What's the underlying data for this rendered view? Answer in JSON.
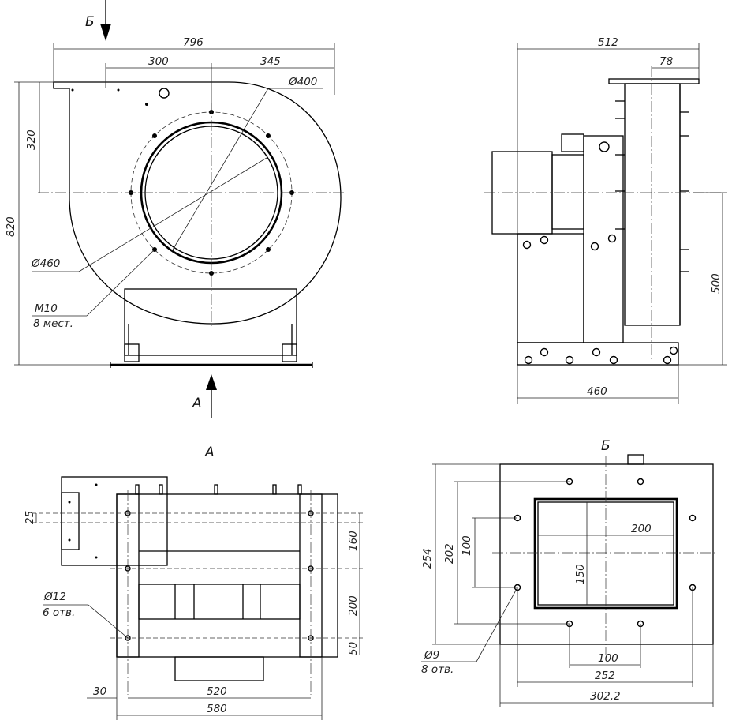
{
  "dimensions": {
    "front_width_total": "796",
    "front_width_left": "300",
    "front_width_right": "345",
    "front_height_total": "820",
    "front_height_upper": "320",
    "outlet_diameter": "Ø400",
    "flange_circle_diameter": "Ø460",
    "bolt_thread": "M10",
    "bolt_count": "8 мест.",
    "side_width_total": "512",
    "side_width_small": "78",
    "side_height": "500",
    "side_base_width": "460",
    "bottom_offset_25": "25",
    "bottom_hole_diameter": "Ø12",
    "bottom_hole_count": "6 отв.",
    "bottom_vert_160": "160",
    "bottom_vert_200": "200",
    "bottom_vert_50": "50",
    "bottom_offset_30": "30",
    "bottom_width_520": "520",
    "bottom_width_580": "580",
    "flange_height_254": "254",
    "flange_height_202": "202",
    "flange_height_100": "100",
    "flange_inner_200": "200",
    "flange_inner_150": "150",
    "flange_hole_diameter": "Ø9",
    "flange_hole_count": "8 отв.",
    "flange_width_100": "100",
    "flange_width_252": "252",
    "flange_width_302": "302,2"
  },
  "views": {
    "view_a_arrow": "А",
    "view_b_arrow": "Б",
    "view_a_title": "А",
    "view_b_title": "Б"
  }
}
